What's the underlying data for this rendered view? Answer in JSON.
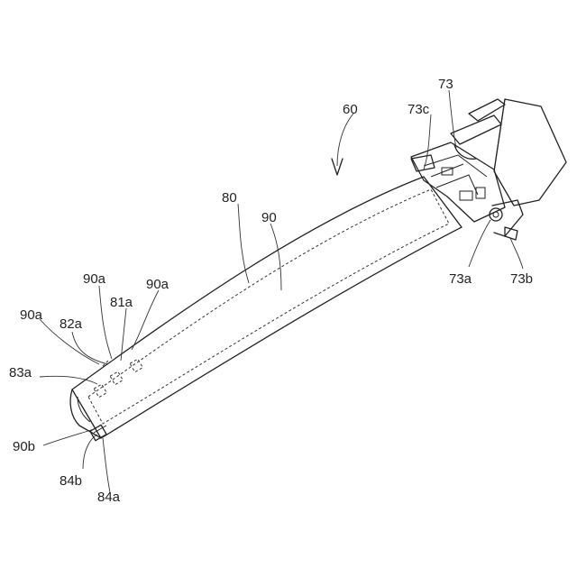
{
  "figure": {
    "labels": {
      "l60": "60",
      "l73": "73",
      "l73c": "73c",
      "l73a": "73a",
      "l73b": "73b",
      "l80": "80",
      "l90": "90",
      "l90a_1": "90a",
      "l90a_2": "90a",
      "l90a_3": "90a",
      "l81a": "81a",
      "l82a": "82a",
      "l83a": "83a",
      "l90b": "90b",
      "l84b": "84b",
      "l84a": "84a"
    },
    "colors": {
      "line": "#222222",
      "background": "#ffffff"
    }
  }
}
